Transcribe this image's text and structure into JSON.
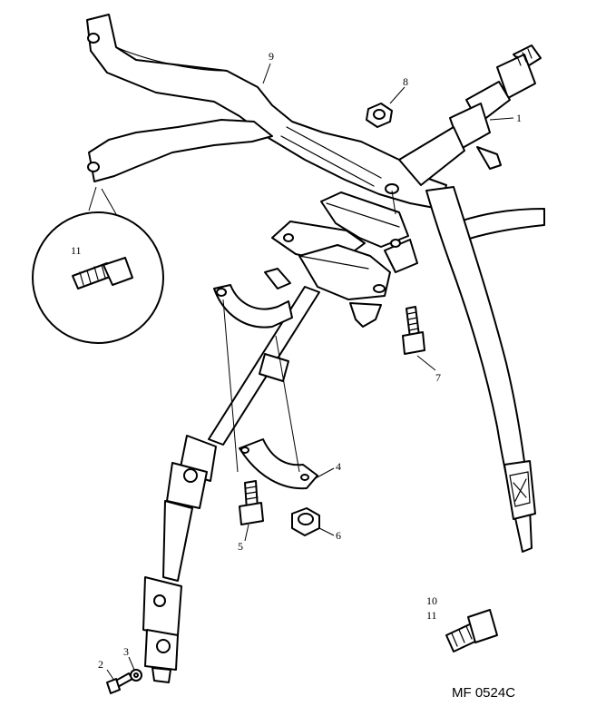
{
  "figure_ref": "MF 0524C",
  "callouts": [
    {
      "id": "c1",
      "label": "1"
    },
    {
      "id": "c2",
      "label": "2"
    },
    {
      "id": "c3",
      "label": "3"
    },
    {
      "id": "c4",
      "label": "4"
    },
    {
      "id": "c5",
      "label": "5"
    },
    {
      "id": "c6",
      "label": "6"
    },
    {
      "id": "c7",
      "label": "7"
    },
    {
      "id": "c8",
      "label": "8"
    },
    {
      "id": "c9",
      "label": "9"
    },
    {
      "id": "c10",
      "label": "10"
    },
    {
      "id": "c11a",
      "label": "11"
    },
    {
      "id": "c11b",
      "label": "11"
    }
  ]
}
